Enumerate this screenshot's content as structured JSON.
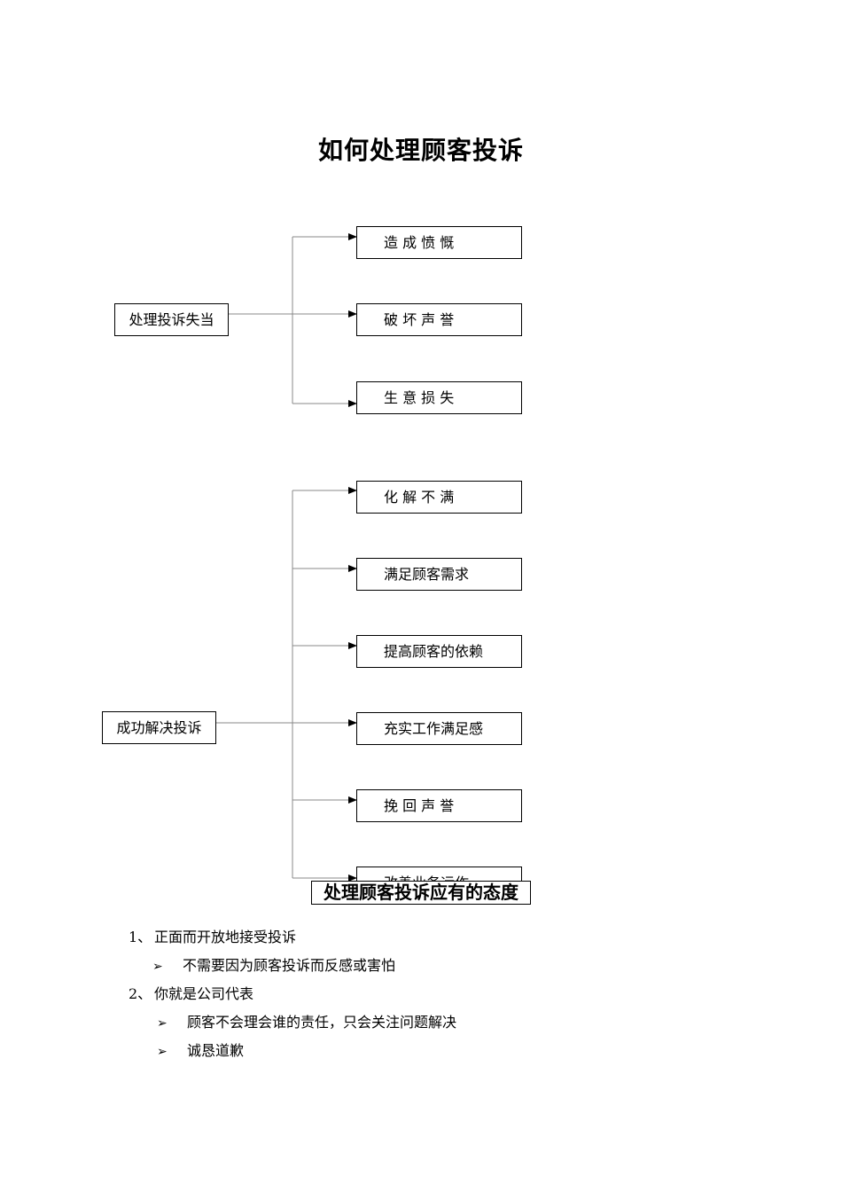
{
  "title": "如何处理顾客投诉",
  "diagram1": {
    "source": "处理投诉失当",
    "targets": [
      "造 成 愤 慨",
      "破 坏 声 誉",
      "生 意 损 失"
    ]
  },
  "diagram2": {
    "source": "成功解决投诉",
    "targets": [
      "化 解 不 满",
      "满足顾客需求",
      "提高顾客的依赖",
      "充实工作满足感",
      "挽 回 声 誉",
      "改善业务运作"
    ]
  },
  "section_title": "处理顾客投诉应有的态度",
  "list": {
    "item1": {
      "number": "1、",
      "text": "正面而开放地接受投诉",
      "subs": [
        "不需要因为顾客投诉而反感或害怕"
      ]
    },
    "item2": {
      "number": "2、",
      "text": "你就是公司代表",
      "subs": [
        "顾客不会理会谁的责任，只会关注问题解决",
        "诚恳道歉"
      ]
    },
    "bullet_symbol": "➢"
  }
}
